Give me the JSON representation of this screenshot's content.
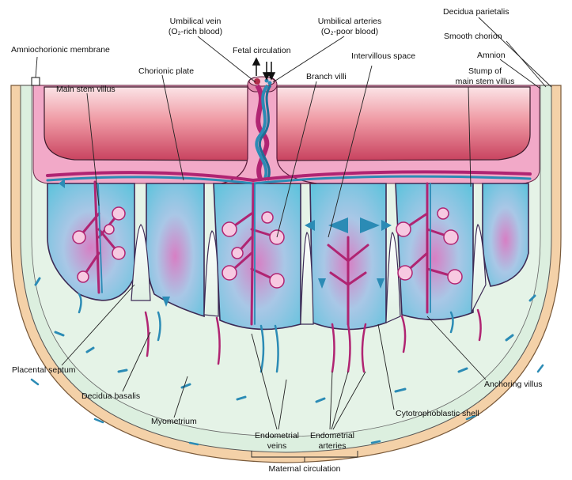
{
  "labels": {
    "umbilical_vein_1": "Umbilical vein",
    "umbilical_vein_2": "(O₂-rich blood)",
    "umbilical_arteries_1": "Umbilical arteries",
    "umbilical_arteries_2": "(O₂-poor blood)",
    "decidua_parietalis": "Decidua parietalis",
    "smooth_chorion": "Smooth chorion",
    "amnion": "Amnion",
    "amniochorionic_membrane": "Amniochorionic membrane",
    "fetal_circulation": "Fetal circulation",
    "chorionic_plate": "Chorionic plate",
    "intervillous_space": "Intervillous space",
    "main_stem_villus": "Main stem villus",
    "branch_villi": "Branch villi",
    "stump_1": "Stump of",
    "stump_2": "main stem villus",
    "placental_septum": "Placental septum",
    "decidua_basalis": "Decidua basalis",
    "myometrium": "Myometrium",
    "anchoring_villus": "Anchoring villus",
    "cytotrophoblastic_shell": "Cytotrophoblastic shell",
    "endometrial_veins_1": "Endometrial",
    "endometrial_veins_2": "veins",
    "endometrial_arteries_1": "Endometrial",
    "endometrial_arteries_2": "arteries",
    "maternal_circulation": "Maternal circulation"
  },
  "colors": {
    "myometrium": "#f3cfa6",
    "decidua": "#dceedd",
    "fetal_pink": "#e98fbd",
    "fetal_dark": "#b02472",
    "maternal_blue": "#8fd3e8",
    "vein_blue": "#2b8bb5",
    "amnion_top": "#c94a6a"
  }
}
